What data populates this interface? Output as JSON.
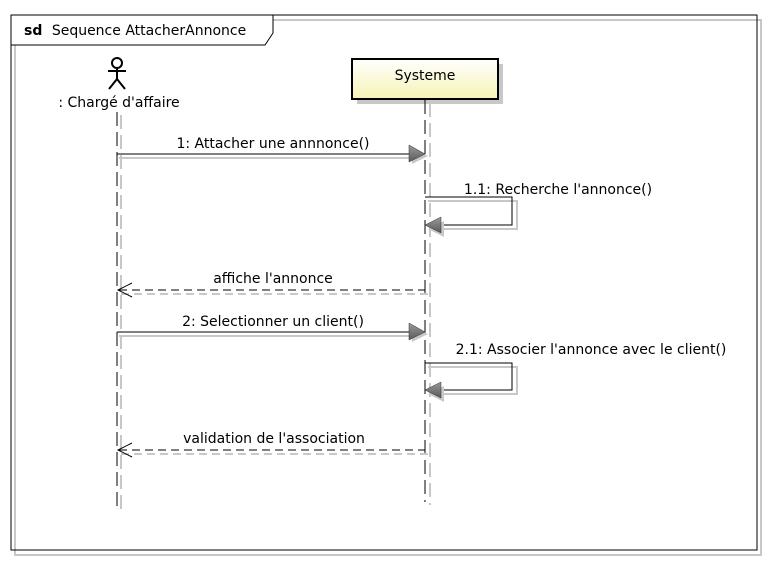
{
  "frame": {
    "keyword": "sd",
    "name": "Sequence AttacherAnnonce"
  },
  "lifelines": {
    "actor": {
      "name": ": Chargé d'affaire"
    },
    "system": {
      "name": "Systeme"
    }
  },
  "messages": [
    {
      "id": "m1",
      "label": "1: Attacher une annnonce()",
      "kind": "sync"
    },
    {
      "id": "m11",
      "label": "1.1: Recherche l'annonce()",
      "kind": "self"
    },
    {
      "id": "r1",
      "label": "affiche l'annonce",
      "kind": "reply"
    },
    {
      "id": "m2",
      "label": "2: Selectionner un client()",
      "kind": "sync"
    },
    {
      "id": "m21",
      "label": "2.1: Associer l'annonce avec le client()",
      "kind": "self"
    },
    {
      "id": "r2",
      "label": "validation de l'association",
      "kind": "reply"
    }
  ],
  "colors": {
    "system_box_fill": "#ffffcc",
    "arrow_head": "#808080",
    "shadow": "#c8c8c8"
  }
}
